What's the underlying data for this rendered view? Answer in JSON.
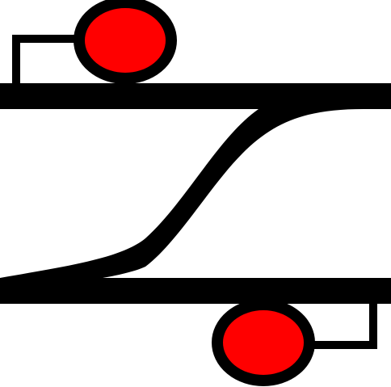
{
  "diagram": {
    "symbol": "crossover-track-with-signals",
    "colors": {
      "background": "#ffffff",
      "track": "#000000",
      "signal_lamp": "#ff0000",
      "signal_outline": "#000000"
    },
    "signals": [
      {
        "id": "upper-signal",
        "aspect": "red"
      },
      {
        "id": "lower-signal",
        "aspect": "red"
      }
    ]
  }
}
